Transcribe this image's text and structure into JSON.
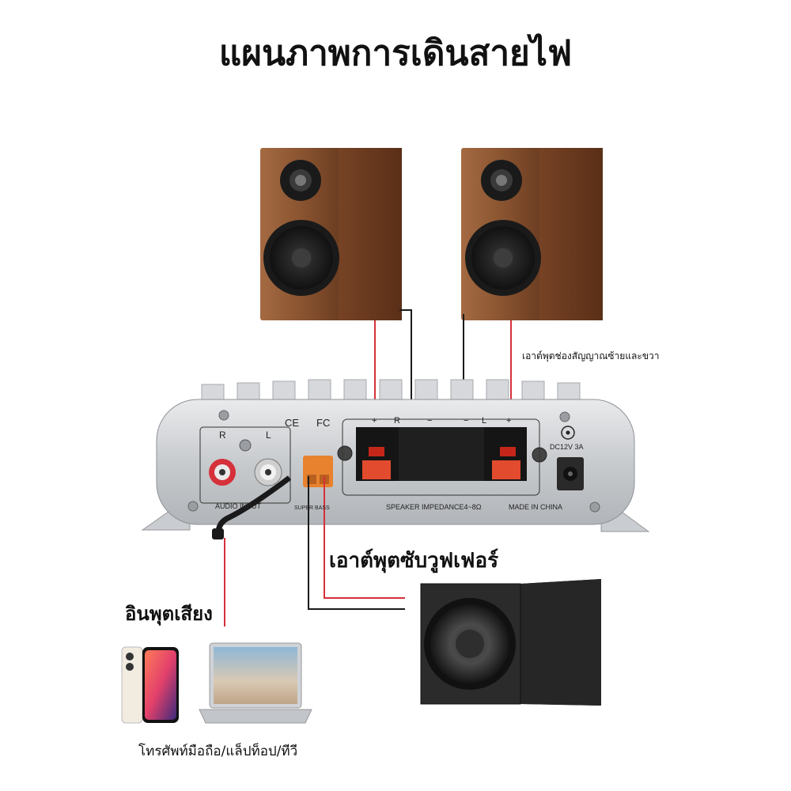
{
  "title": "แผนภาพการเดินสายไฟ",
  "labels": {
    "speaker_output": "เอาต์พุตช่องสัญญาณซ้ายและขวา",
    "subwoofer_output": "เอาต์พุตซับวูฟเฟอร์",
    "audio_input": "อินพุตเสียง",
    "devices": "โทรศัพท์มือถือ/แล็ปท็อป/ทีวี"
  },
  "amplifier": {
    "ce_mark": "CE",
    "fc_mark": "FC",
    "rl_left": "R",
    "rl_right": "L",
    "audio_input": "AUDIO INPUT",
    "super_bass": "SUPER BASS",
    "terminal_r": "R",
    "terminal_l": "L",
    "plus": "+",
    "minus": "−",
    "speaker_impedance": "SPEAKER IMPEDANCE4~8Ω",
    "made_in": "MADE IN CHINA",
    "dc_spec": "DC12V 3A"
  },
  "colors": {
    "wire_red": "#d6303a",
    "wire_black": "#1a1a1a",
    "wood": "#8a5230",
    "amp_silver": "#cfd2d5"
  }
}
